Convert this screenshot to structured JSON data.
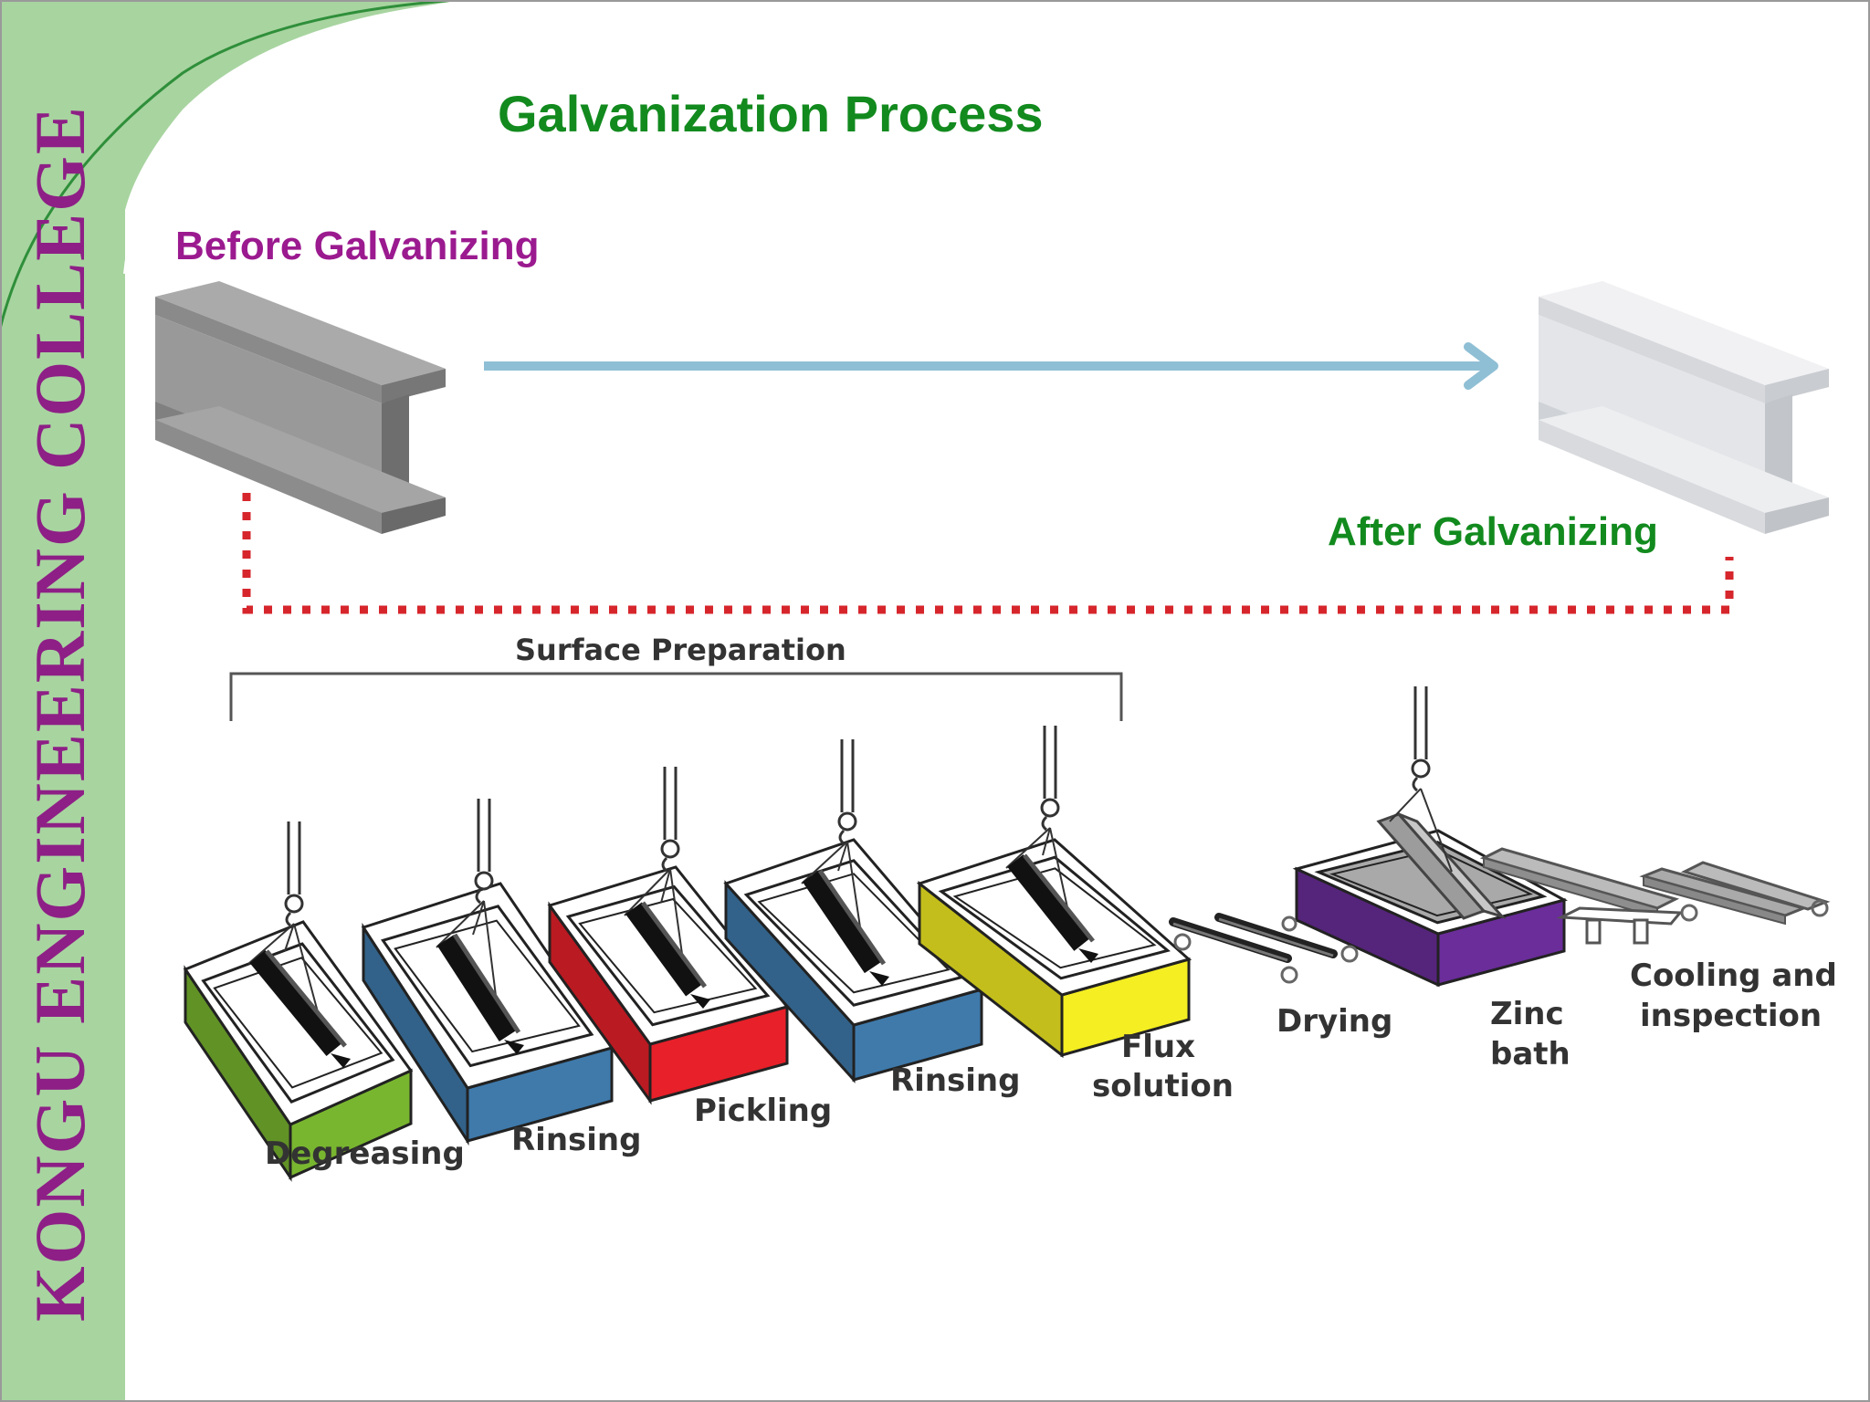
{
  "slide": {
    "title": "Galvanization Process",
    "side_label": "KONGU ENGINEERING COLLEGE",
    "before_label": "Before Galvanizing",
    "after_label": "After Galvanizing"
  },
  "process": {
    "group_label": "Surface Preparation",
    "steps": [
      {
        "label": "Degreasing",
        "color": "#79b630"
      },
      {
        "label": "Rinsing",
        "color": "#3f7aab"
      },
      {
        "label": "Pickling",
        "color": "#e8202a"
      },
      {
        "label": "Rinsing",
        "color": "#3f7aab"
      },
      {
        "label": "Flux",
        "label2": "solution",
        "color": "#f4ee22"
      },
      {
        "label": "Drying"
      },
      {
        "label": "Zinc",
        "label2": "bath",
        "color": "#6a2d9a"
      },
      {
        "label": "Cooling and",
        "label2": "inspection"
      }
    ]
  },
  "colors": {
    "title": "#128a1e",
    "before": "#9b1a8f",
    "after": "#128a1e",
    "side_band": "#a8d4a0",
    "dotted_line": "#d6262c",
    "arrow": "#8fbfd5"
  }
}
